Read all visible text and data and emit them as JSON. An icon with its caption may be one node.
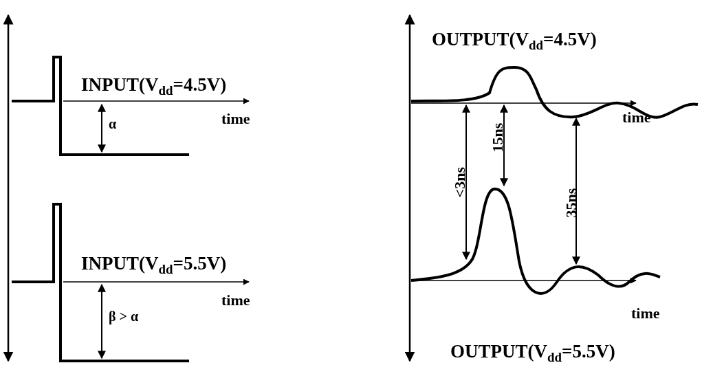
{
  "diagram": {
    "labels": [
      "INPUT(V$_{dd}$=4.5V)",
      "time",
      "α",
      "INPUT(V$_{dd}$=5.5V)",
      "time",
      "β > α",
      "OUTPUT(V$_{dd}$=4.5V)",
      "time",
      "<3ns",
      "15ns",
      "35ns",
      "time",
      "OUTPUT(V$_{dd}$=5.5V)"
    ]
  }
}
